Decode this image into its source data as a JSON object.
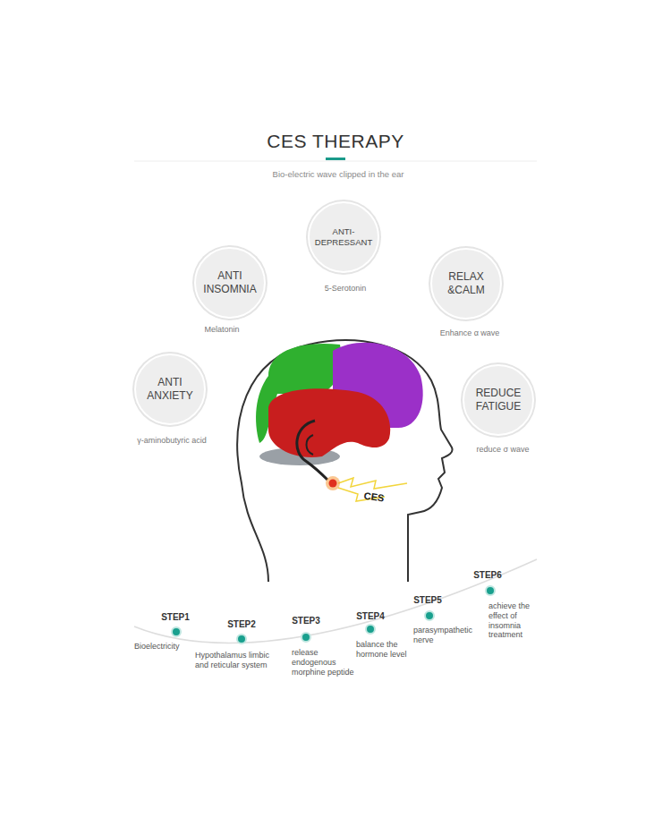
{
  "diagram": {
    "title": "CES THERAPY",
    "nodes": [
      {
        "text": [
          "ANTI-DEPRESSANT",
          "5-Serotonin"
        ]
      },
      {
        "text": [
          "ANTI INSOMNIA",
          "Melatonin"
        ]
      },
      {
        "text": [
          "RELAX &CALM",
          "Enhance α wave"
        ]
      },
      {
        "text": [
          "ANTI ANXIETY",
          "γ-aminobutyric acid"
        ]
      },
      {
        "text": [
          "REDUCE FATIGUE",
          "reduce σ wave"
        ]
      }
    ],
    "labels": [
      "Bio-electric wave clipped in the ear",
      "CES",
      "STEP1",
      "Bioelectricity",
      "STEP2",
      "Hypothalamus limbic and reticular system",
      "STEP3",
      "release endogenous morphine peptide",
      "STEP4",
      "balance the hormone level",
      "STEP5",
      "parasympathetic nerve",
      "STEP6",
      "achieve the effect of insomnia treatment"
    ]
  }
}
